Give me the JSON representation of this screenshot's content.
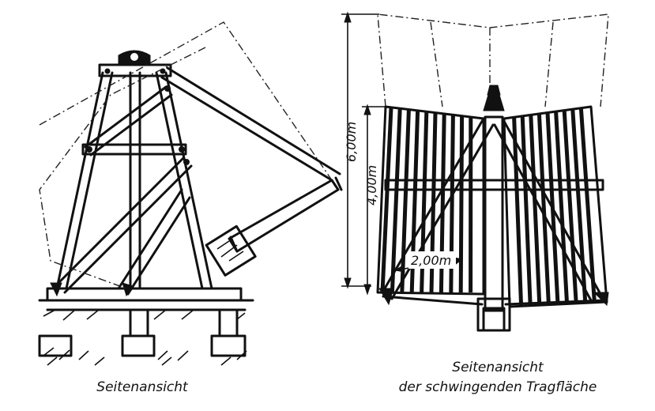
{
  "figure": {
    "left_caption": "Seitenansicht",
    "right_caption_line1": "Seitenansicht",
    "right_caption_line2": "der schwingenden Tragfläche",
    "dimensions": {
      "total_height": "6,00m",
      "wing_height": "4,00m",
      "slat_width": "2,00m"
    }
  }
}
